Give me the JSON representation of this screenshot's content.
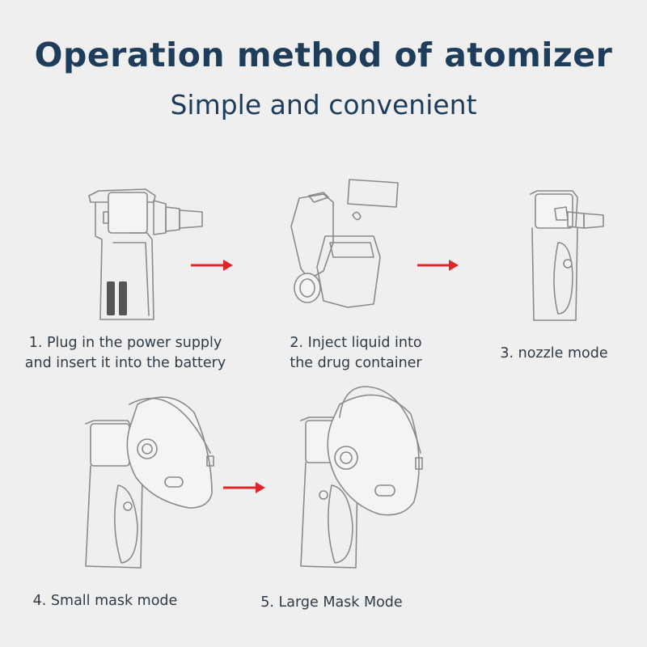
{
  "header": {
    "title": "Operation method of atomizer",
    "subtitle": "Simple and convenient"
  },
  "steps": [
    {
      "label": "1. Plug in the power supply\nand insert it into the battery",
      "icon": "nebulizer-battery-icon"
    },
    {
      "label": "2. Inject liquid into\nthe drug container",
      "icon": "drug-container-icon"
    },
    {
      "label": "3. nozzle mode",
      "icon": "nebulizer-nozzle-icon"
    },
    {
      "label": "4. Small mask mode",
      "icon": "nebulizer-small-mask-icon"
    },
    {
      "label": "5. Large Mask Mode",
      "icon": "nebulizer-large-mask-icon"
    }
  ],
  "colors": {
    "title": "#1d3d5a",
    "arrow": "#e0262a",
    "background": "#efefef"
  }
}
